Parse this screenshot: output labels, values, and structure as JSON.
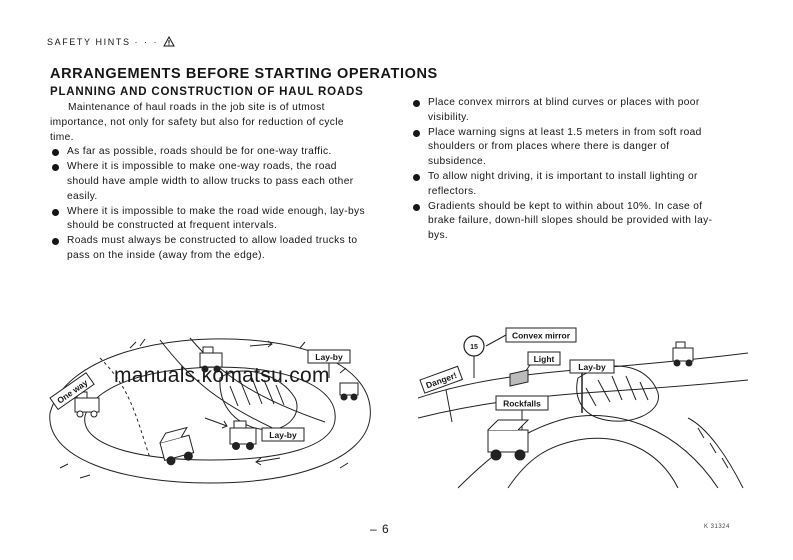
{
  "header": {
    "section": "SAFETY HINTS",
    "dots": "· · ·",
    "icon": "warning-alert-icon"
  },
  "title": "ARRANGEMENTS BEFORE STARTING OPERATIONS",
  "subtitle": "PLANNING AND CONSTRUCTION OF HAUL ROADS",
  "intro": "Maintenance of haul roads in the job site is of utmost importance, not only for safety but also for reduction of cycle time.",
  "left_bullets": [
    "As far as possible, roads should be for one-way traffic.",
    "Where it is impossible to make one-way roads, the road should have ample width to allow trucks to pass each other easily.",
    "Where it is impossible to make the road wide enough, lay-bys should be constructed at frequent intervals.",
    "Roads must always be constructed to allow loaded trucks to pass on the inside (away from the edge)."
  ],
  "right_bullets": [
    "Place convex mirrors at blind curves or places with poor visibility.",
    "Place warning signs at least 1.5 meters in from soft road shoulders or from places where there is danger of subsidence.",
    "To allow night driving, it is important to install lighting or reflectors.",
    "Gradients should be kept to within about 10%. In case of brake failure, down-hill slopes should be provided with lay-bys."
  ],
  "illustration_left": {
    "one_way_sign": "One way",
    "layby_top": "Lay-by",
    "layby_bottom": "Lay-by"
  },
  "illustration_right": {
    "mirror_label": "Convex mirror",
    "light_label": "Light",
    "layby_label": "Lay-by",
    "danger_label": "Danger!",
    "rockfalls_label": "Rockfalls",
    "speed_sign": "15"
  },
  "watermark": "manuals.komatsu.com",
  "page_number": "– 6",
  "figure_code": "K 31324"
}
